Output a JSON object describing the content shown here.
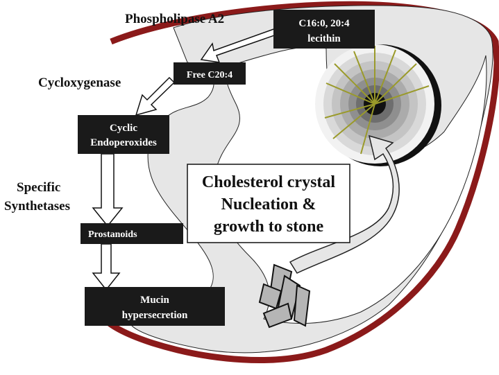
{
  "labels": {
    "phospholipase": "Phospholipase A2",
    "cyclooxygenase": "Cycloxygenase",
    "specific_line1": "Specific",
    "specific_line2": "Synthetases"
  },
  "boxes": {
    "lecithin_line1": "C16:0, 20:4",
    "lecithin_line2": "lecithin",
    "free": "Free C20:4",
    "cyclic_line1": "Cyclic",
    "cyclic_line2": "Endoperoxides",
    "prostanoids": "Prostanoids",
    "mucin_line1": "Mucin",
    "mucin_line2": "hypersecretion"
  },
  "callout": {
    "line1": "Cholesterol crystal",
    "line2": "Nucleation &",
    "line3": "growth to stone"
  },
  "colors": {
    "box_fill": "#1a1a1a",
    "box_text": "#ffffff",
    "wall_red": "#8b1a1a",
    "lumen_gray": "#e6e6e6",
    "spoke": "#9a9a2a"
  }
}
